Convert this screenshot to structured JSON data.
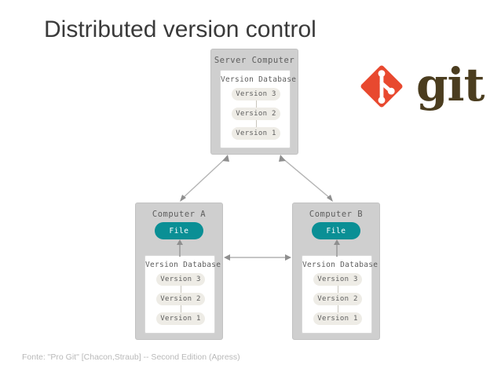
{
  "slide": {
    "title": "Distributed version control",
    "footer": "Fonte: \"Pro Git\" [Chacon,Straub] -- Second Edition (Apress)",
    "background": "#ffffff",
    "title_color": "#3a3a3a",
    "footer_color": "#b9b9b9"
  },
  "logo": {
    "wordmark": "git",
    "mark_color": "#e8492f",
    "word_color": "#4b3d1f",
    "mark_name": "git-diamond-branch-mark"
  },
  "diagram": {
    "type": "distributed-version-control-topology",
    "machine_fill": "#cfcfcf",
    "database_fill": "#ffffff",
    "version_pill_fill": "#eeece6",
    "file_pill_fill": "#0a8f95",
    "connector_color": "#b0b0b0",
    "server": {
      "title": "Server Computer",
      "database": {
        "title": "Version Database",
        "versions": [
          "Version 3",
          "Version 2",
          "Version 1"
        ]
      }
    },
    "computer_a": {
      "title": "Computer A",
      "file_label": "File",
      "database": {
        "title": "Version Database",
        "versions": [
          "Version 3",
          "Version 2",
          "Version 1"
        ]
      }
    },
    "computer_b": {
      "title": "Computer B",
      "file_label": "File",
      "database": {
        "title": "Version Database",
        "versions": [
          "Version 3",
          "Version 2",
          "Version 1"
        ]
      }
    },
    "connectors": [
      {
        "name": "server-to-computer-a",
        "style": "double-arrow"
      },
      {
        "name": "server-to-computer-b",
        "style": "double-arrow"
      },
      {
        "name": "computer-a-to-computer-b",
        "style": "double-arrow"
      },
      {
        "name": "computer-a-db-to-file",
        "style": "single-arrow-up"
      },
      {
        "name": "computer-b-db-to-file",
        "style": "single-arrow-up"
      }
    ]
  }
}
